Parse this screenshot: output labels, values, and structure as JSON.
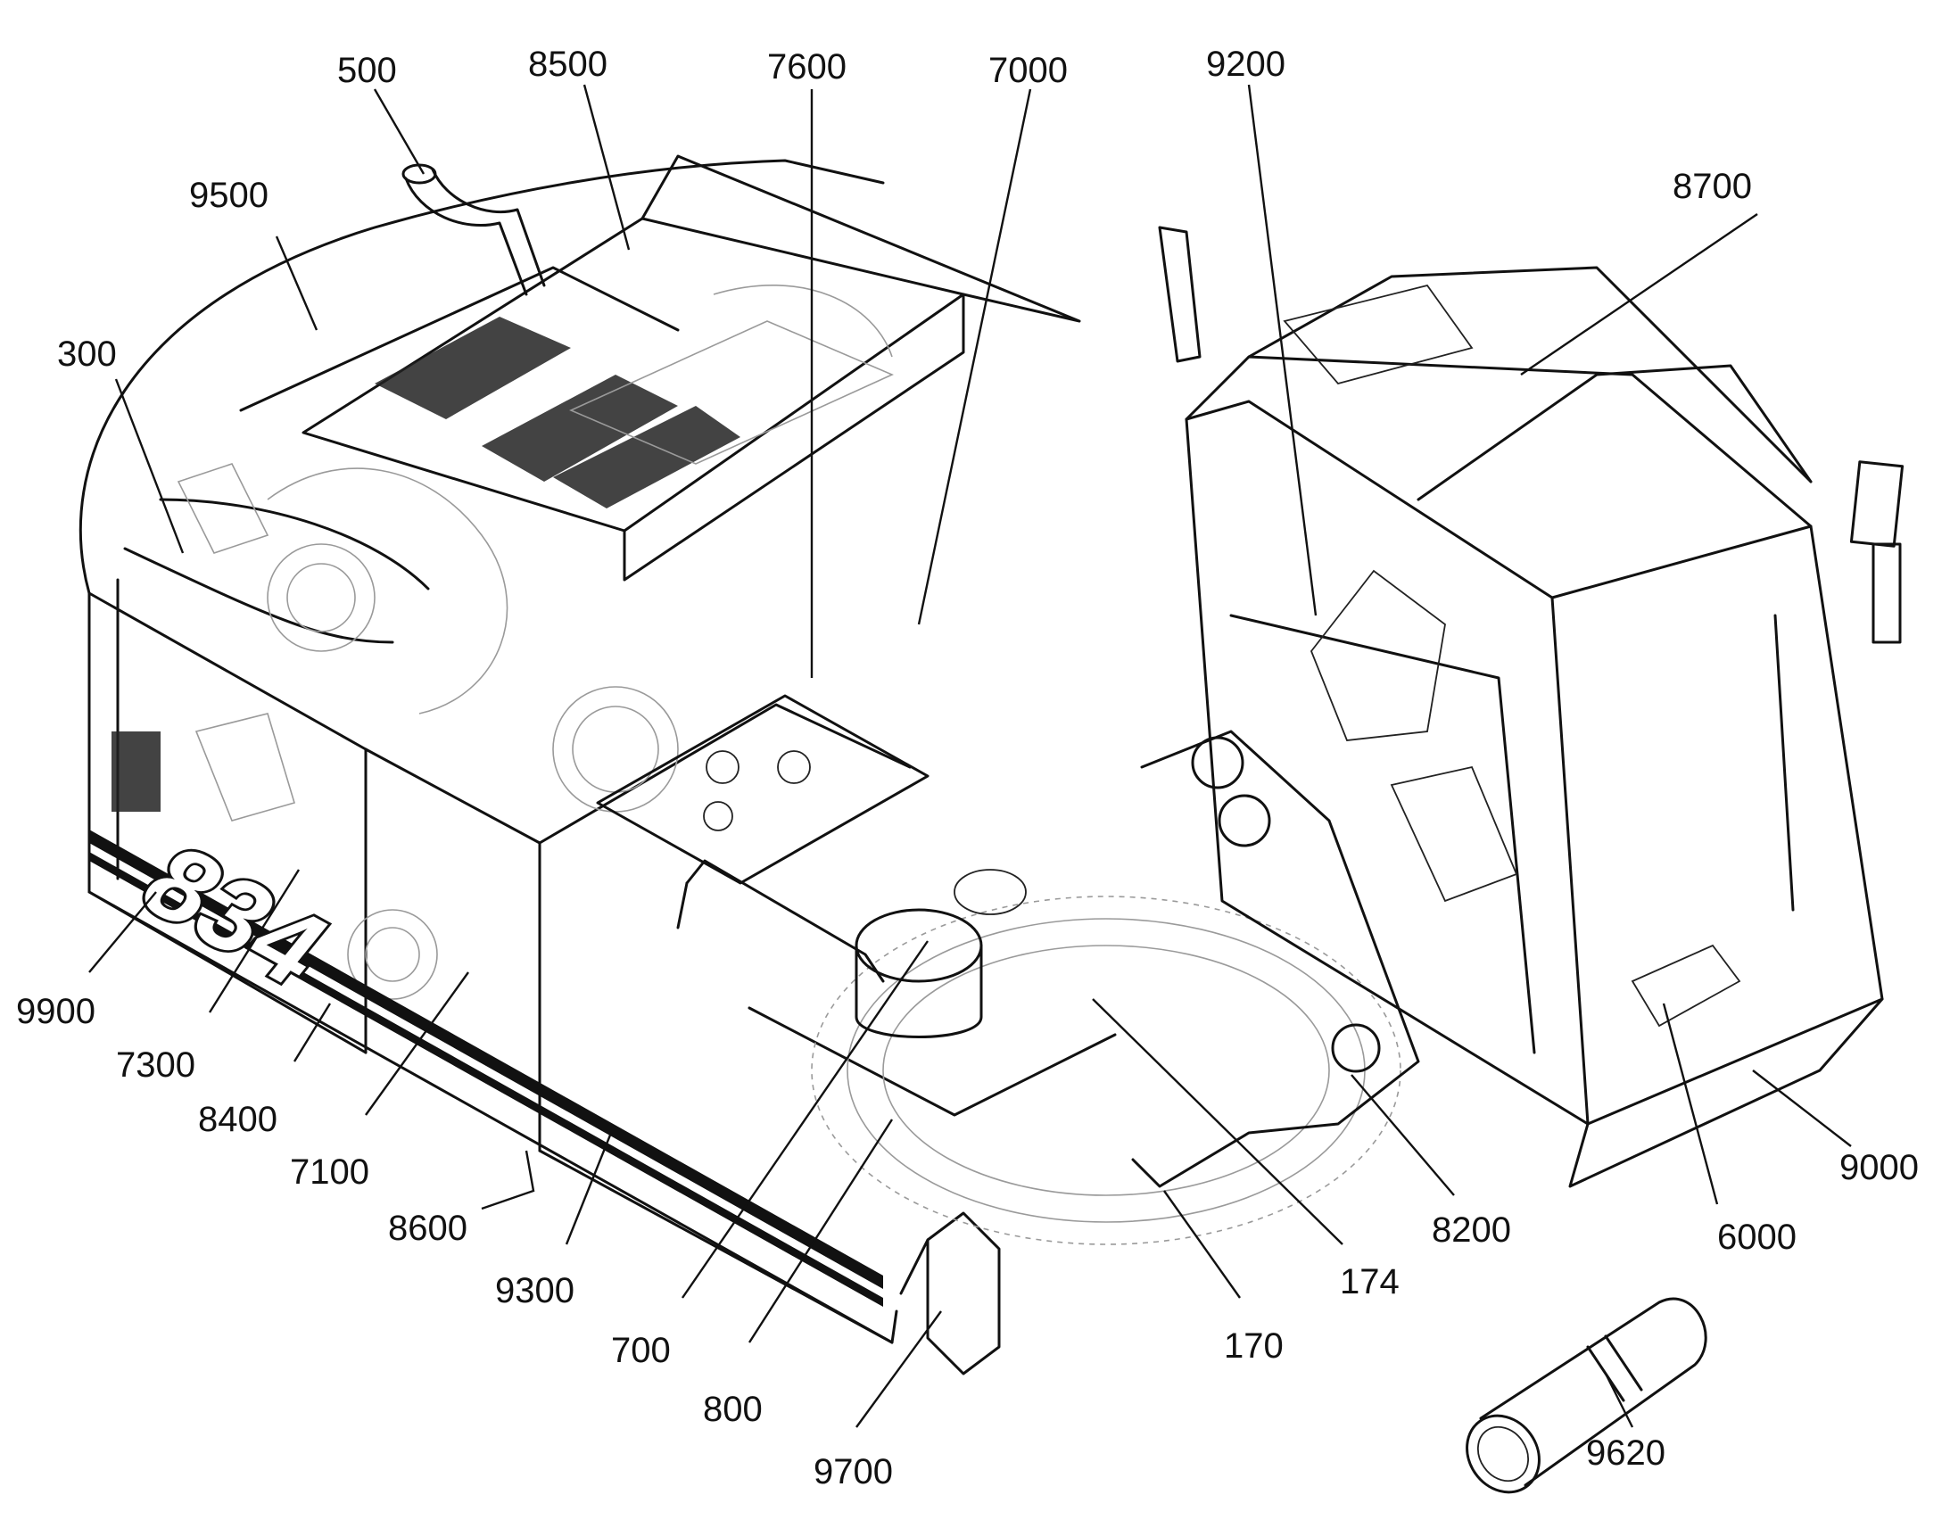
{
  "callouts": [
    {
      "id": "500",
      "label": "500"
    },
    {
      "id": "8500",
      "label": "8500"
    },
    {
      "id": "7600",
      "label": "7600"
    },
    {
      "id": "7000",
      "label": "7000"
    },
    {
      "id": "9200",
      "label": "9200"
    },
    {
      "id": "9500",
      "label": "9500"
    },
    {
      "id": "8700",
      "label": "8700"
    },
    {
      "id": "300",
      "label": "300"
    },
    {
      "id": "9900",
      "label": "9900"
    },
    {
      "id": "7300",
      "label": "7300"
    },
    {
      "id": "8400",
      "label": "8400"
    },
    {
      "id": "7100",
      "label": "7100"
    },
    {
      "id": "8600",
      "label": "8600"
    },
    {
      "id": "9300",
      "label": "9300"
    },
    {
      "id": "700",
      "label": "700"
    },
    {
      "id": "800",
      "label": "800"
    },
    {
      "id": "9700",
      "label": "9700"
    },
    {
      "id": "170",
      "label": "170"
    },
    {
      "id": "174",
      "label": "174"
    },
    {
      "id": "8200",
      "label": "8200"
    },
    {
      "id": "6000",
      "label": "6000"
    },
    {
      "id": "9000",
      "label": "9000"
    },
    {
      "id": "9620",
      "label": "9620"
    }
  ],
  "decal": {
    "model_text": "834"
  },
  "colors": {
    "ink": "#111111",
    "ghost": "#9a9a9a",
    "paper": "#ffffff"
  }
}
